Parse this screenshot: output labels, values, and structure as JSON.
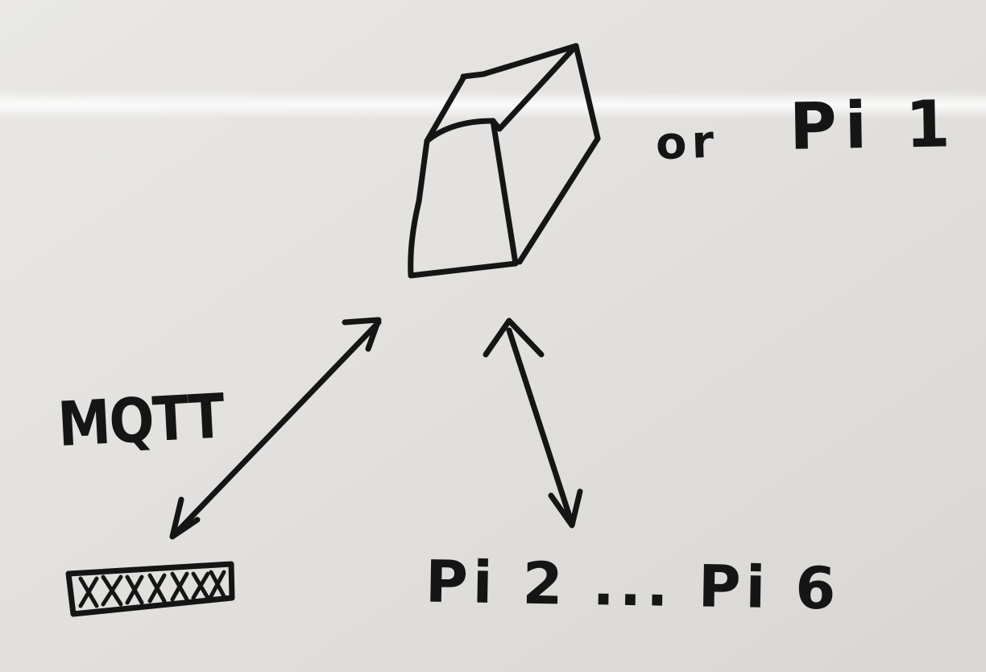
{
  "whiteboard": {
    "top_label_connector": "or",
    "top_label_device": "Pi 1",
    "left_label": "MQTT",
    "bottom_label": "Pi 2 ... Pi 6",
    "colors": {
      "board": "#e4e2df",
      "marker": "#151515"
    }
  }
}
